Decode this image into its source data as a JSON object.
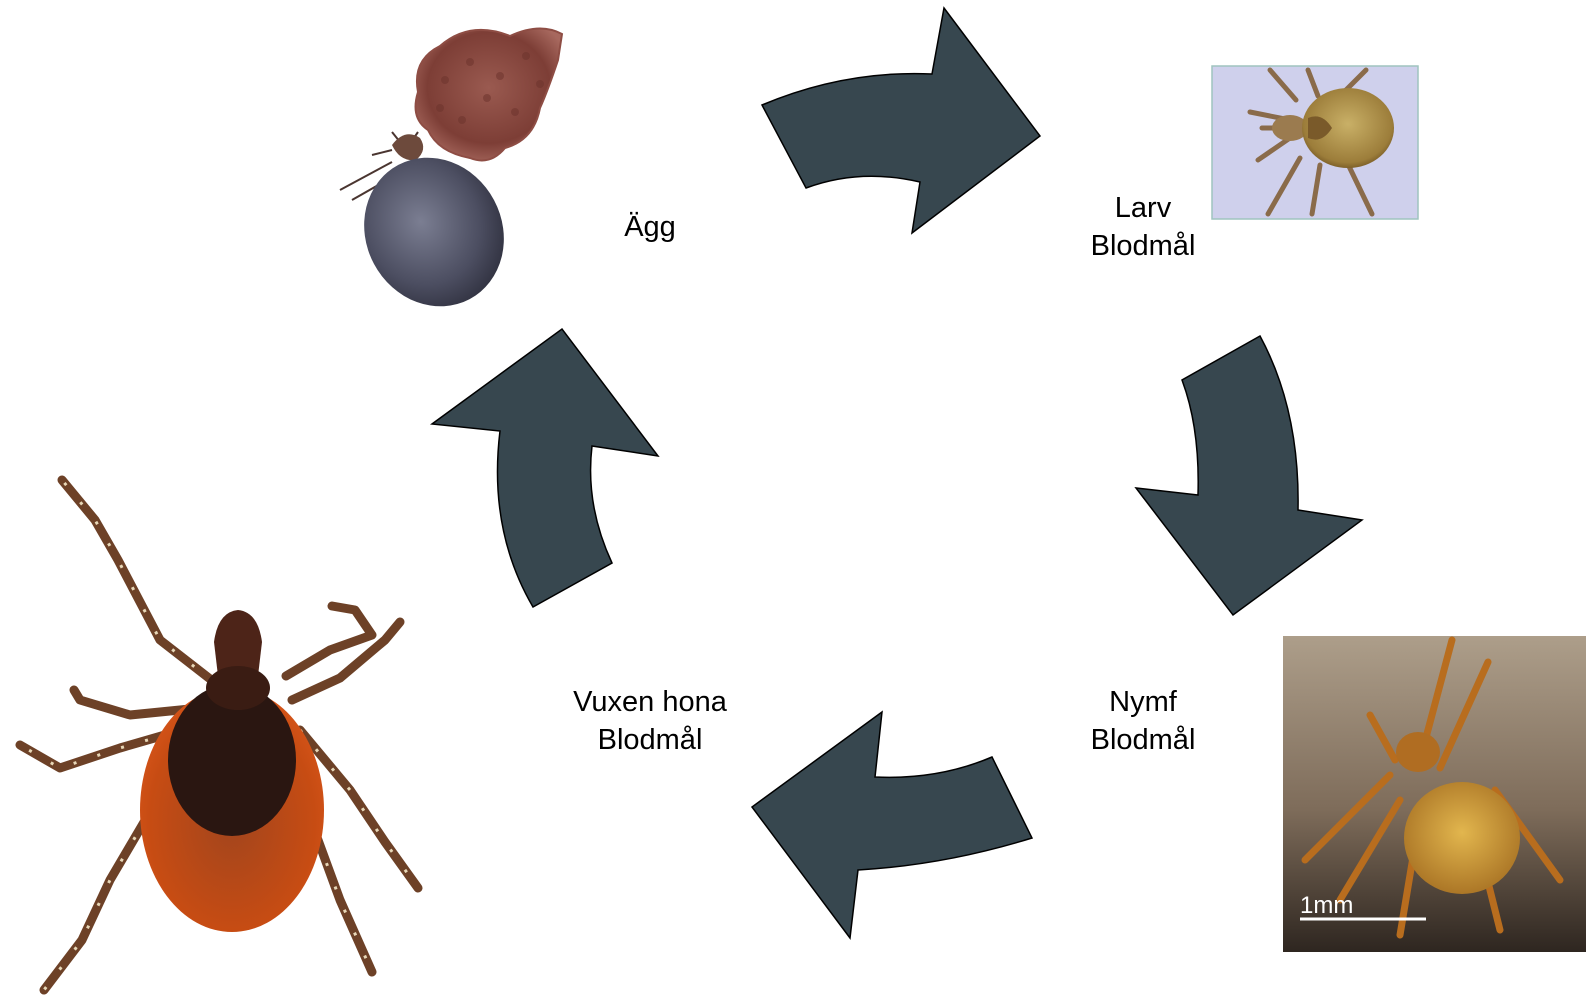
{
  "stages": {
    "egg": {
      "line1": "Ägg"
    },
    "larva": {
      "line1": "Larv",
      "line2": "Blodmål"
    },
    "nymph": {
      "line1": "Nymf",
      "line2": "Blodmål"
    },
    "adult": {
      "line1": "Vuxen hona",
      "line2": "Blodmål"
    }
  },
  "scale_bar": {
    "label": "1mm"
  },
  "colors": {
    "arrow": "#37474f",
    "arrow_stroke": "#000000"
  }
}
